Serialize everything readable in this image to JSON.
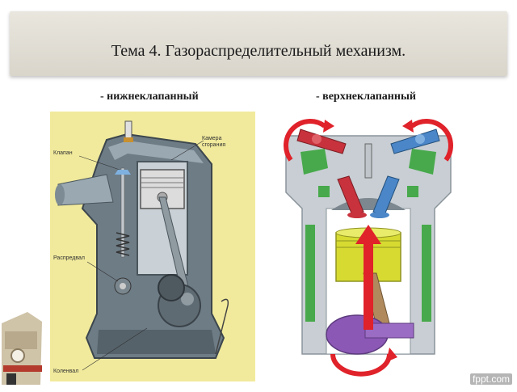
{
  "slide": {
    "title": "Тема 4. Газораспределительный механизм.",
    "subtitle_left": "- нижнеклапанный",
    "subtitle_right": "- верхнеклапанный"
  },
  "left_diagram": {
    "labels": {
      "valve": "Клапан",
      "camshaft": "Распредвал",
      "crankshaft": "Коленвал",
      "combustion_chamber": "Камера\nсгорания"
    }
  },
  "right_diagram": {
    "intake_color": "#c8323c",
    "exhaust_color": "#4a86c8",
    "arrow_color": "#e0222a"
  },
  "watermark": "fppt.com"
}
